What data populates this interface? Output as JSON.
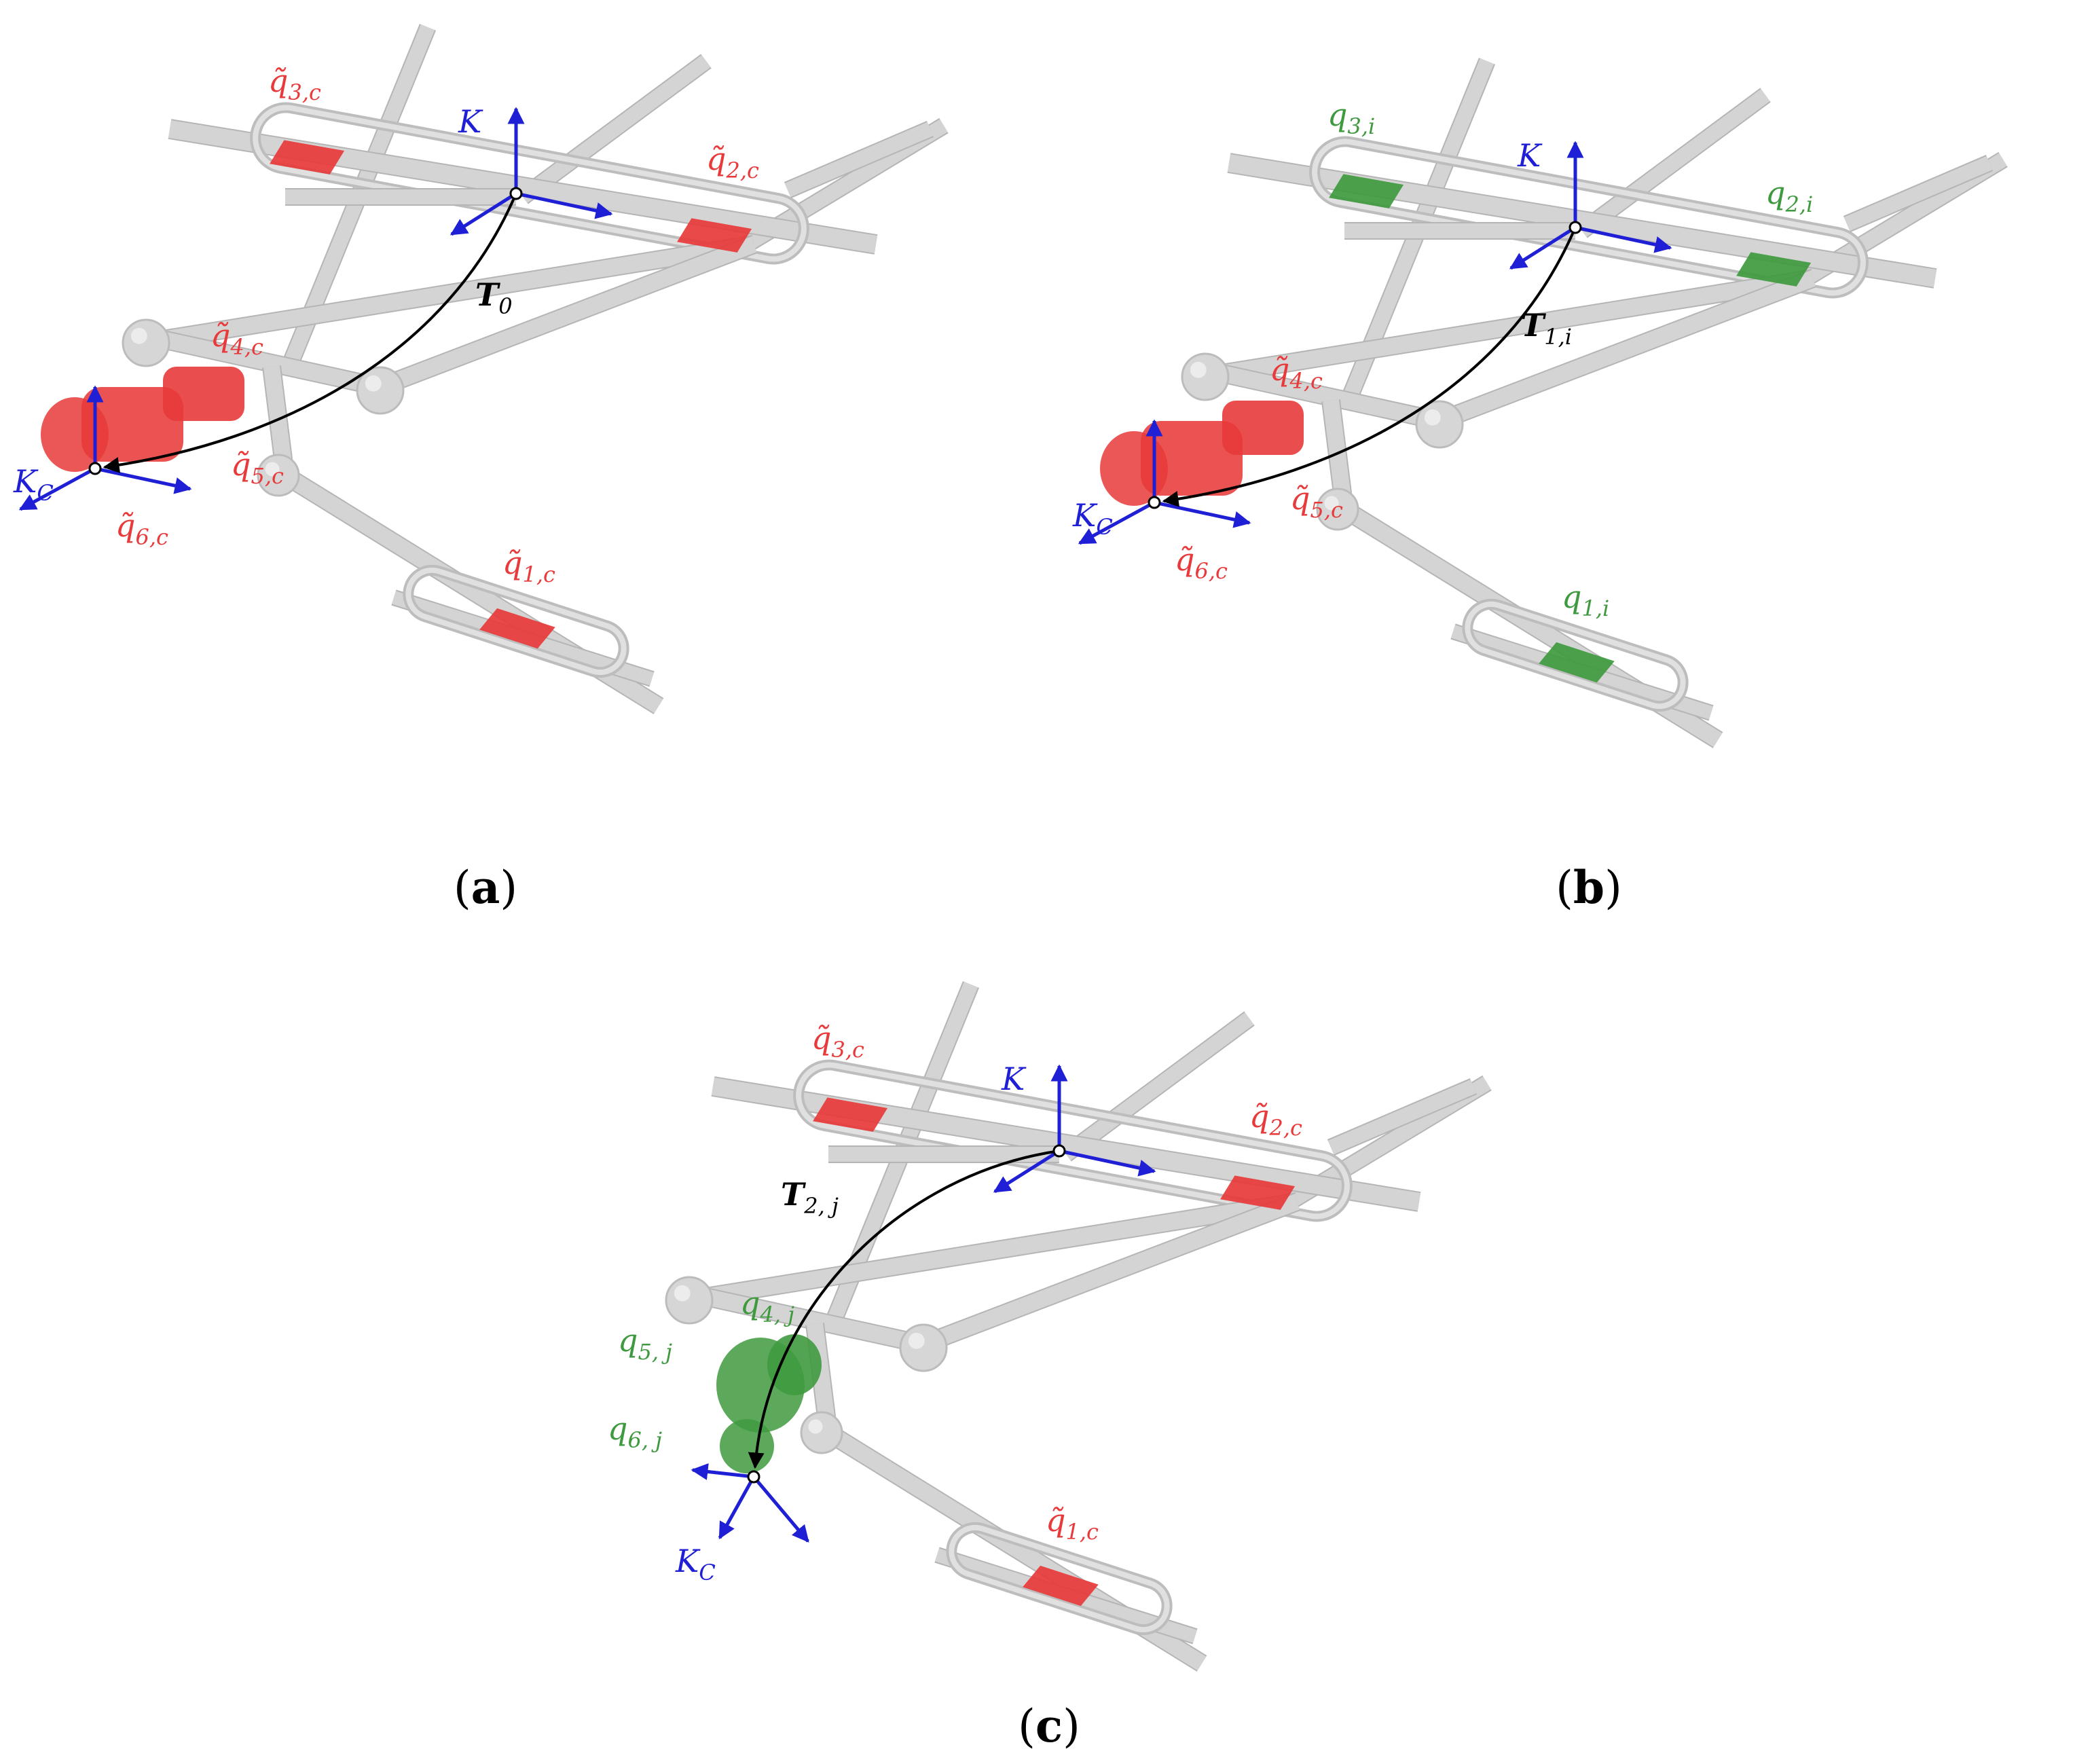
{
  "colors": {
    "fixed_joint": "#e83a3a",
    "free_joint": "#3f9a3f",
    "frame": "#1f1fd6",
    "link": "#d4d4d4",
    "link_edge": "#b5b5b5",
    "arrow": "#000000"
  },
  "panels": [
    {
      "id": "a",
      "caption": {
        "open": "(",
        "letter": "a",
        "close": ")"
      },
      "base_frame": "K",
      "tcp_frame": {
        "main": "K",
        "sub": "C"
      },
      "transform": {
        "main": "T",
        "sub": "0"
      },
      "joints": [
        {
          "id": "q3",
          "base": "q̃",
          "sub": "3,c",
          "state": "fixed"
        },
        {
          "id": "q2",
          "base": "q̃",
          "sub": "2,c",
          "state": "fixed"
        },
        {
          "id": "q4",
          "base": "q̃",
          "sub": "4,c",
          "state": "fixed"
        },
        {
          "id": "q5",
          "base": "q̃",
          "sub": "5,c",
          "state": "fixed"
        },
        {
          "id": "q6",
          "base": "q̃",
          "sub": "6,c",
          "state": "fixed"
        },
        {
          "id": "q1",
          "base": "q̃",
          "sub": "1,c",
          "state": "fixed"
        }
      ]
    },
    {
      "id": "b",
      "caption": {
        "open": "(",
        "letter": "b",
        "close": ")"
      },
      "base_frame": "K",
      "tcp_frame": {
        "main": "K",
        "sub": "C"
      },
      "transform": {
        "main": "T",
        "sub": "1,i"
      },
      "joints": [
        {
          "id": "q3",
          "base": "q",
          "sub": "3,i",
          "state": "free"
        },
        {
          "id": "q2",
          "base": "q",
          "sub": "2,i",
          "state": "free"
        },
        {
          "id": "q4",
          "base": "q̃",
          "sub": "4,c",
          "state": "fixed"
        },
        {
          "id": "q5",
          "base": "q̃",
          "sub": "5,c",
          "state": "fixed"
        },
        {
          "id": "q6",
          "base": "q̃",
          "sub": "6,c",
          "state": "fixed"
        },
        {
          "id": "q1",
          "base": "q",
          "sub": "1,i",
          "state": "free"
        }
      ]
    },
    {
      "id": "c",
      "caption": {
        "open": "(",
        "letter": "c",
        "close": ")"
      },
      "base_frame": "K",
      "tcp_frame": {
        "main": "K",
        "sub": "C"
      },
      "transform": {
        "main": "T",
        "sub": "2, j"
      },
      "joints": [
        {
          "id": "q3",
          "base": "q̃",
          "sub": "3,c",
          "state": "fixed"
        },
        {
          "id": "q2",
          "base": "q̃",
          "sub": "2,c",
          "state": "fixed"
        },
        {
          "id": "q4",
          "base": "q",
          "sub": "4, j",
          "state": "free"
        },
        {
          "id": "q5",
          "base": "q",
          "sub": "5, j",
          "state": "free"
        },
        {
          "id": "q6",
          "base": "q",
          "sub": "6, j",
          "state": "free"
        },
        {
          "id": "q1",
          "base": "q̃",
          "sub": "1,c",
          "state": "fixed"
        }
      ]
    }
  ]
}
